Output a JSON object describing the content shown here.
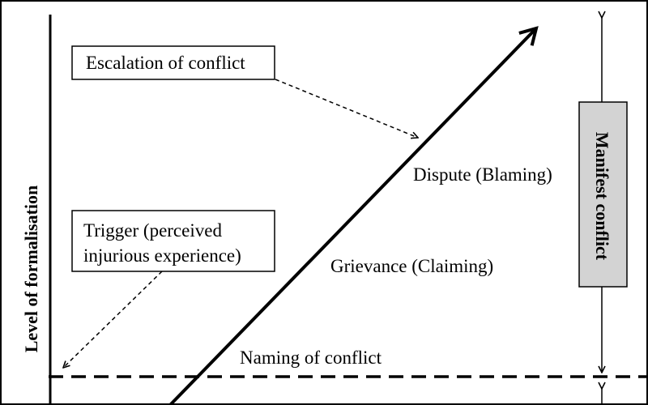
{
  "labels": {
    "escalation": "Escalation of conflict",
    "trigger_line1": "Trigger (perceived",
    "trigger_line2": "injurious experience)",
    "dispute": "Dispute (Blaming)",
    "grievance": "Grievance (Claiming)",
    "naming": "Naming of conflict",
    "y_axis": "Level of formalisation",
    "manifest": "Manifest conflict"
  },
  "colors": {
    "line": "#000000",
    "manifest_box_fill": "#d3d3d3",
    "background": "#ffffff"
  }
}
